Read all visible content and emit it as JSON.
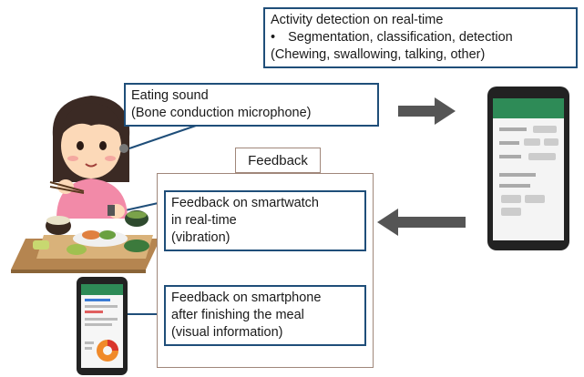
{
  "detection_box": {
    "title": "Activity detection on real-time",
    "bullet": "•",
    "line2": "Segmentation, classification, detection",
    "line3": "(Chewing, swallowing, talking, other)"
  },
  "eating_sound_box": {
    "line1": "Eating sound",
    "line2": "(Bone conduction microphone)"
  },
  "feedback_label": "Feedback",
  "smartwatch_box": {
    "line1": "Feedback on smartwatch",
    "line2": "in real-time",
    "line3": "(vibration)"
  },
  "smartphone_box": {
    "line1": "Feedback on smartphone",
    "line2": "after finishing the meal",
    "line3": "(visual information)"
  },
  "colors": {
    "callout_border": "#1f4e79",
    "arrow": "#555555",
    "feedback_border": "#a0877a",
    "phone_body": "#222222",
    "app_green": "#2e8b57"
  }
}
